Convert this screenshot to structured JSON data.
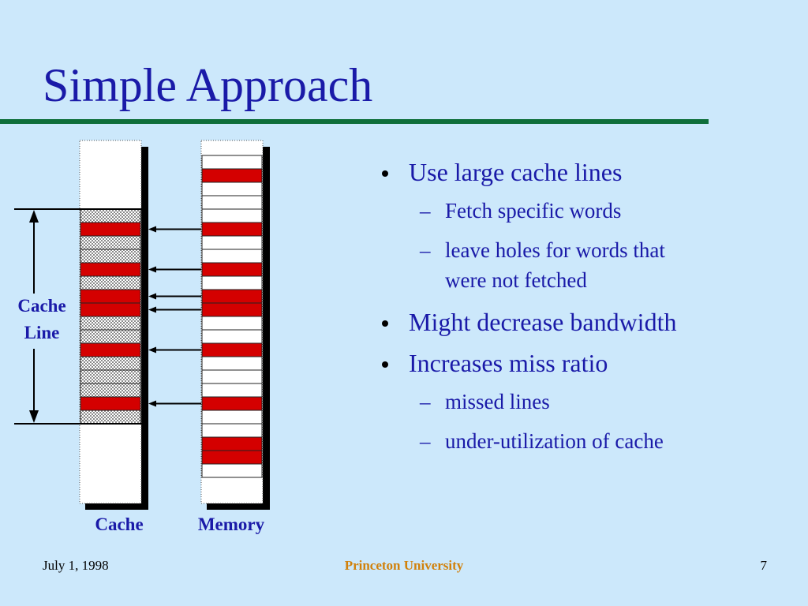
{
  "slide": {
    "title": "Simple Approach",
    "accent_color": "#1a1aa8",
    "rule_color": "#0f6e3a"
  },
  "diagram": {
    "cache_label": "Cache",
    "memory_label": "Memory",
    "cache_line_label_1": "Cache",
    "cache_line_label_2": "Line",
    "highlight_color": "#d40000",
    "cache_slots": [
      "hatched",
      "red",
      "hatched",
      "hatched",
      "red",
      "hatched",
      "red",
      "red",
      "hatched",
      "hatched",
      "red",
      "hatched",
      "hatched",
      "hatched",
      "red",
      "hatched"
    ],
    "memory_slots": [
      "white",
      "red",
      "white",
      "white",
      "white",
      "red",
      "white",
      "white",
      "red",
      "white",
      "red",
      "red",
      "white",
      "white",
      "red",
      "white",
      "white",
      "white",
      "red",
      "white",
      "white",
      "red",
      "red",
      "white"
    ],
    "arrows": [
      {
        "memory_slot": 5,
        "cache_slot": 1
      },
      {
        "memory_slot": 8,
        "cache_slot": 4
      },
      {
        "memory_slot": 10,
        "cache_slot": 6
      },
      {
        "memory_slot": 11,
        "cache_slot": 7
      },
      {
        "memory_slot": 14,
        "cache_slot": 10
      },
      {
        "memory_slot": 18,
        "cache_slot": 14
      }
    ]
  },
  "bullets": [
    {
      "level": 1,
      "text": "Use large cache lines"
    },
    {
      "level": 2,
      "text": "Fetch specific words"
    },
    {
      "level": 2,
      "text": "leave holes for words that",
      "text2": "were not fetched"
    },
    {
      "level": 1,
      "text": "Might decrease bandwidth"
    },
    {
      "level": 1,
      "text": "Increases miss ratio"
    },
    {
      "level": 2,
      "text": "missed lines"
    },
    {
      "level": 2,
      "text": "under-utilization of cache"
    }
  ],
  "footer": {
    "date": "July 1, 1998",
    "org": "Princeton University",
    "page": "7"
  }
}
